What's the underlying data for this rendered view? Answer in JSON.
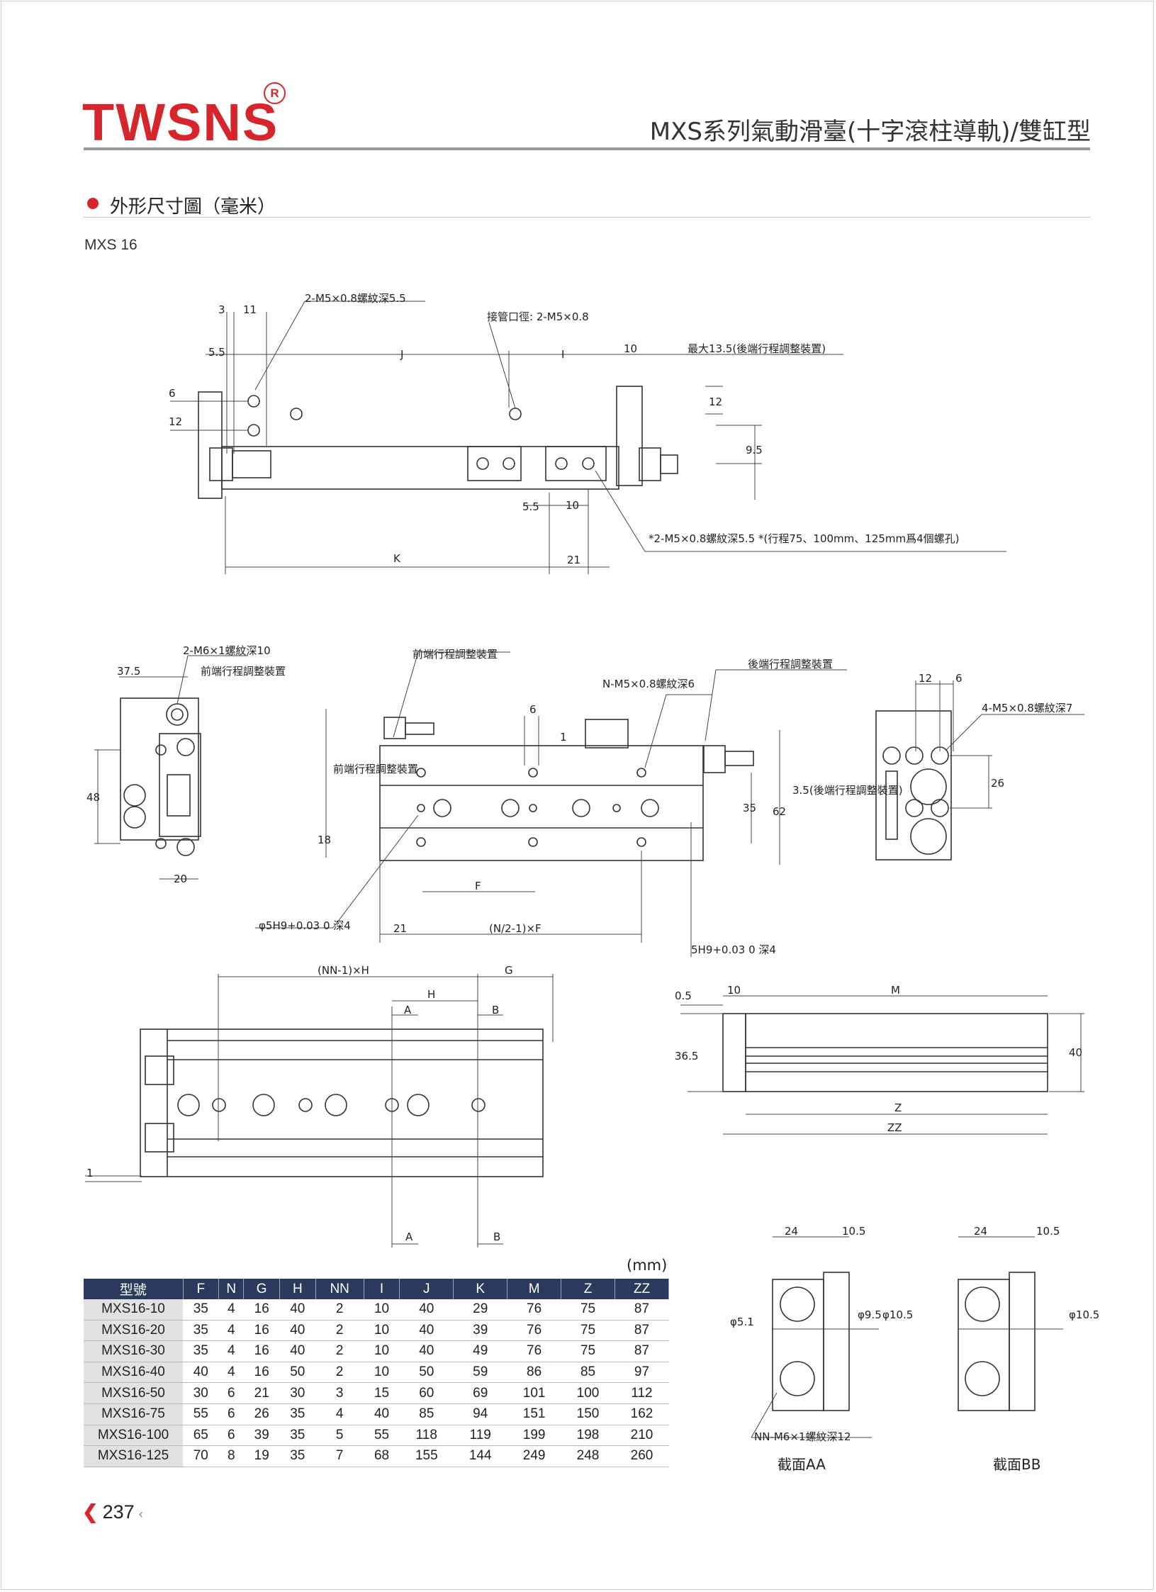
{
  "brand": {
    "name": "TWSNS",
    "registered_mark": "R"
  },
  "doc_title": "MXS系列氣動滑臺(十字滾柱導軌)/雙缸型",
  "section_title": "外形尺寸圖（毫米）",
  "model_label": "MXS 16",
  "drawing_labels": {
    "tv": [
      "3",
      "11",
      "2-M5×0.8螺紋深5.5",
      "接管口徑: 2-M5×0.8",
      "5.5",
      "J",
      "I",
      "10",
      "最大13.5(後端行程調整裝置)",
      "6",
      "12",
      "12",
      "9.5",
      "5.5",
      "10",
      "*2-M5×0.8螺紋深5.5 *(行程75、100mm、125mm爲4個螺孔)",
      "K",
      "21"
    ],
    "sv": [
      "2-M6×1螺紋深10",
      "37.5",
      "前端行程調整裝置",
      "48",
      "20"
    ],
    "fv": [
      "前端行程調整裝置",
      "後端行程調整裝置",
      "N-M5×0.8螺紋深6",
      "6",
      "1",
      "前端行程調整裝置",
      "18",
      "35",
      "62",
      "3.5(後端行程調整裝置)",
      "F",
      "21",
      "(N/2-1)×F",
      "φ5H9+0.03 0 深4",
      "5H9+0.03 0 深4"
    ],
    "ev": [
      "12",
      "6",
      "4-M5×0.8螺紋深7",
      "26"
    ],
    "bv": [
      "(NN-1)×H",
      "G",
      "H",
      "A",
      "B",
      "1",
      "A",
      "B"
    ],
    "rv": [
      "0.5",
      "10",
      "M",
      "36.5",
      "40",
      "Z",
      "ZZ"
    ],
    "sec": [
      "24",
      "10.5",
      "φ5.1",
      "φ9.5",
      "φ10.5",
      "NN-M6×1螺紋深12",
      "截面AA",
      "24",
      "10.5",
      "φ10.5",
      "截面BB"
    ]
  },
  "table": {
    "unit": "(mm)",
    "headers": [
      "型號",
      "F",
      "N",
      "G",
      "H",
      "NN",
      "I",
      "J",
      "K",
      "M",
      "Z",
      "ZZ"
    ],
    "rows": [
      [
        "MXS16-10",
        "35",
        "4",
        "16",
        "40",
        "2",
        "10",
        "40",
        "29",
        "76",
        "75",
        "87"
      ],
      [
        "MXS16-20",
        "35",
        "4",
        "16",
        "40",
        "2",
        "10",
        "40",
        "39",
        "76",
        "75",
        "87"
      ],
      [
        "MXS16-30",
        "35",
        "4",
        "16",
        "40",
        "2",
        "10",
        "40",
        "49",
        "76",
        "75",
        "87"
      ],
      [
        "MXS16-40",
        "40",
        "4",
        "16",
        "50",
        "2",
        "10",
        "50",
        "59",
        "86",
        "85",
        "97"
      ],
      [
        "MXS16-50",
        "30",
        "6",
        "21",
        "30",
        "3",
        "15",
        "60",
        "69",
        "101",
        "100",
        "112"
      ],
      [
        "MXS16-75",
        "55",
        "6",
        "26",
        "35",
        "4",
        "40",
        "85",
        "94",
        "151",
        "150",
        "162"
      ],
      [
        "MXS16-100",
        "65",
        "6",
        "39",
        "35",
        "5",
        "55",
        "118",
        "119",
        "199",
        "198",
        "210"
      ],
      [
        "MXS16-125",
        "70",
        "8",
        "19",
        "35",
        "7",
        "68",
        "155",
        "144",
        "249",
        "248",
        "260"
      ]
    ]
  },
  "page_number": "237"
}
